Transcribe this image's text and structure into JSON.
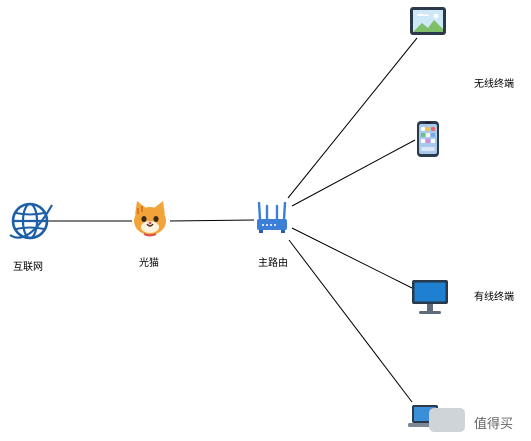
{
  "labels": {
    "internet": "互联网",
    "modem": "光猫",
    "router": "主路由",
    "wireless": "无线终端",
    "wired": "有线终端"
  },
  "watermark": {
    "text": "值得买"
  },
  "icons": {
    "internet": "globe-icon",
    "modem": "cat-face-icon",
    "router": "wifi-router-icon",
    "tablet": "tablet-icon",
    "phone": "smartphone-icon",
    "monitor": "desktop-monitor-icon",
    "laptop": "laptop-icon"
  },
  "colors": {
    "globe": "#1e5fa8",
    "router": "#3d7fd6",
    "cat": "#f2a43a",
    "monitor": "#1f7fd1",
    "screen_dark": "#2b3a4a",
    "line": "#000000"
  }
}
